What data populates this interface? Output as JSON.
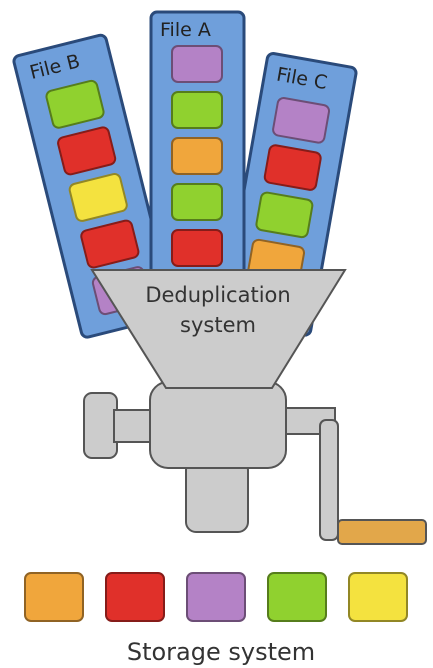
{
  "colors": {
    "file_fill": "#6f9fdb",
    "file_stroke": "#2a4a7a",
    "purple": "#b482c6",
    "green": "#90d12f",
    "orange": "#f0a63c",
    "red": "#e0302a",
    "yellow": "#f4e23f",
    "machine_fill": "#cccccc",
    "machine_stroke": "#555555",
    "handle": "#e2a74a"
  },
  "files": [
    {
      "title": "File B",
      "blocks": [
        "green",
        "red",
        "yellow",
        "red",
        "purple"
      ]
    },
    {
      "title": "File A",
      "blocks": [
        "purple",
        "green",
        "orange",
        "green",
        "red"
      ]
    },
    {
      "title": "File C",
      "blocks": [
        "purple",
        "red",
        "green",
        "orange"
      ]
    }
  ],
  "machine": {
    "line1": "Deduplication",
    "line2": "system"
  },
  "storage": {
    "blocks": [
      "orange",
      "red",
      "purple",
      "green",
      "yellow"
    ],
    "label": "Storage system"
  }
}
